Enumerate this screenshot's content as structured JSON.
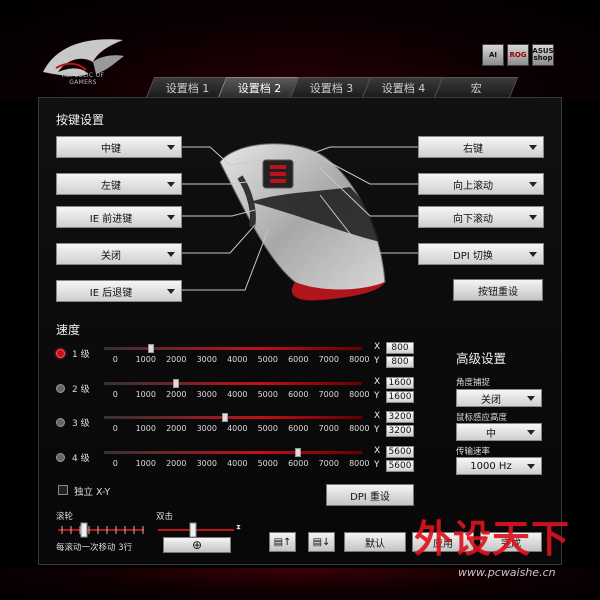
{
  "brand": {
    "logo_text_line1": "REPUBLIC OF",
    "logo_text_line2": "GAMERS",
    "corner_icons": [
      "AI",
      "ROG",
      "ASUS shop"
    ]
  },
  "tabs": [
    {
      "label": "设置档 1",
      "active": false
    },
    {
      "label": "设置档 2",
      "active": true
    },
    {
      "label": "设置档 3",
      "active": false
    },
    {
      "label": "设置档 4",
      "active": false
    },
    {
      "label": "宏",
      "active": false
    }
  ],
  "button_settings": {
    "title": "按键设置",
    "left": [
      "中键",
      "左键",
      "IE 前进键",
      "关闭",
      "IE 后退键"
    ],
    "right": [
      "右键",
      "向上滚动",
      "向下滚动",
      "DPI 切换"
    ],
    "reset_label": "按钮重设"
  },
  "speed": {
    "title": "速度",
    "ticks": [
      "0",
      "1000",
      "2000",
      "3000",
      "4000",
      "5000",
      "6000",
      "7000",
      "8000"
    ],
    "max": 8000,
    "levels": [
      {
        "label": "1 级",
        "selected": true,
        "value": 800,
        "x": "800",
        "y": "800"
      },
      {
        "label": "2 级",
        "selected": false,
        "value": 1600,
        "x": "1600",
        "y": "1600"
      },
      {
        "label": "3 级",
        "selected": false,
        "value": 3200,
        "x": "3200",
        "y": "3200"
      },
      {
        "label": "4 级",
        "selected": false,
        "value": 5600,
        "x": "5600",
        "y": "5600"
      }
    ],
    "x_label": "X",
    "y_label": "Y",
    "independent_xy": "独立 X-Y",
    "dpi_reset": "DPI 重设"
  },
  "advanced": {
    "title": "高级设置",
    "angle_label": "角度捕捉",
    "angle_value": "关闭",
    "lod_label": "鼠标感应高度",
    "lod_value": "中",
    "rate_label": "传输速率",
    "rate_value": "1000 Hz"
  },
  "wheel": {
    "scroll_label": "滚轮",
    "scroll_desc": "每滚动一次移动",
    "scroll_value": "3行",
    "double_click_label": "双击"
  },
  "footer": {
    "default_label": "默认",
    "apply_label": "应用",
    "done_label": "完成"
  },
  "watermark": {
    "text": "外设天下",
    "url": "www.pcwaishe.cn"
  },
  "colors": {
    "accent": "#c2101a",
    "watermark": "#dc141e"
  }
}
